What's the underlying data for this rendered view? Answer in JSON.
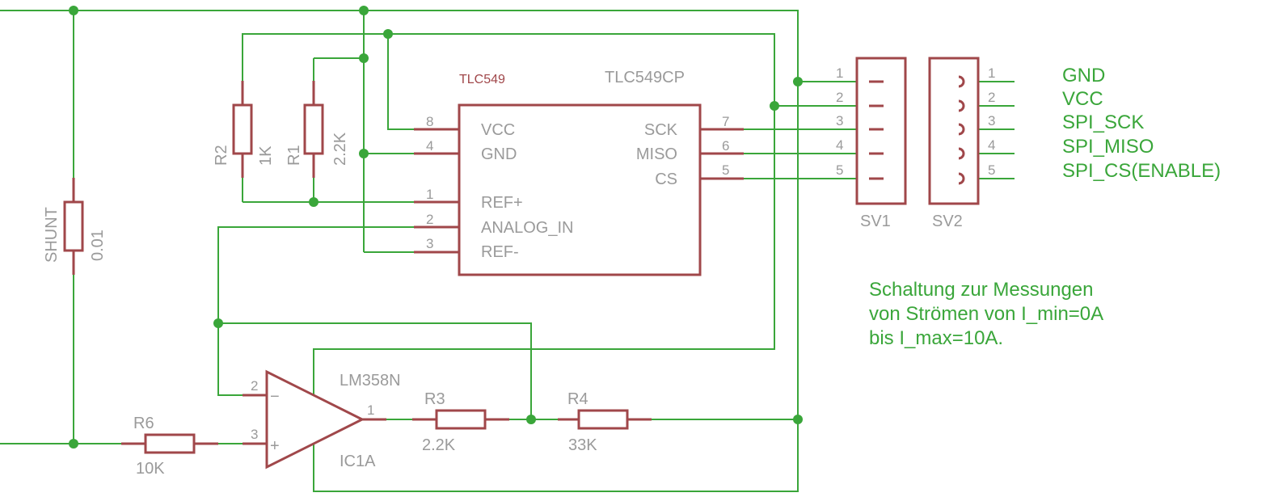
{
  "adc": {
    "package_label": "TLC549",
    "part_name": "TLC549CP",
    "pins_left": [
      {
        "num": "8",
        "name": "VCC"
      },
      {
        "num": "4",
        "name": "GND"
      },
      {
        "num": "1",
        "name": "REF+"
      },
      {
        "num": "2",
        "name": "ANALOG_IN"
      },
      {
        "num": "3",
        "name": "REF-"
      }
    ],
    "pins_right": [
      {
        "num": "7",
        "name": "SCK"
      },
      {
        "num": "6",
        "name": "MISO"
      },
      {
        "num": "5",
        "name": "CS"
      }
    ]
  },
  "resistors": {
    "r2": {
      "name": "R2",
      "value": "1K"
    },
    "r1": {
      "name": "R1",
      "value": "2.2K"
    },
    "shunt": {
      "name": "SHUNT",
      "value": "0.01"
    },
    "r6": {
      "name": "R6",
      "value": "10K"
    },
    "r3": {
      "name": "R3",
      "value": "2.2K"
    },
    "r4": {
      "name": "R4",
      "value": "33K"
    }
  },
  "opamp": {
    "name": "LM358N",
    "designator": "IC1A",
    "pin_neg": "2",
    "pin_pos": "3",
    "pin_out": "1",
    "neg_sign": "−",
    "pos_sign": "+"
  },
  "connectors": {
    "sv1": "SV1",
    "sv2": "SV2",
    "pin_numbers": [
      "1",
      "2",
      "3",
      "4",
      "5"
    ],
    "signals": [
      "GND",
      "VCC",
      "SPI_SCK",
      "SPI_MISO",
      "SPI_CS(ENABLE)"
    ]
  },
  "note": {
    "line1": "Schaltung zur Messungen",
    "line2": "von Strömen von I_min=0A",
    "line3": "bis I_max=10A."
  },
  "colors": {
    "wire": "#3aa63a",
    "component": "#a0474a",
    "label": "#9a9a9a"
  }
}
